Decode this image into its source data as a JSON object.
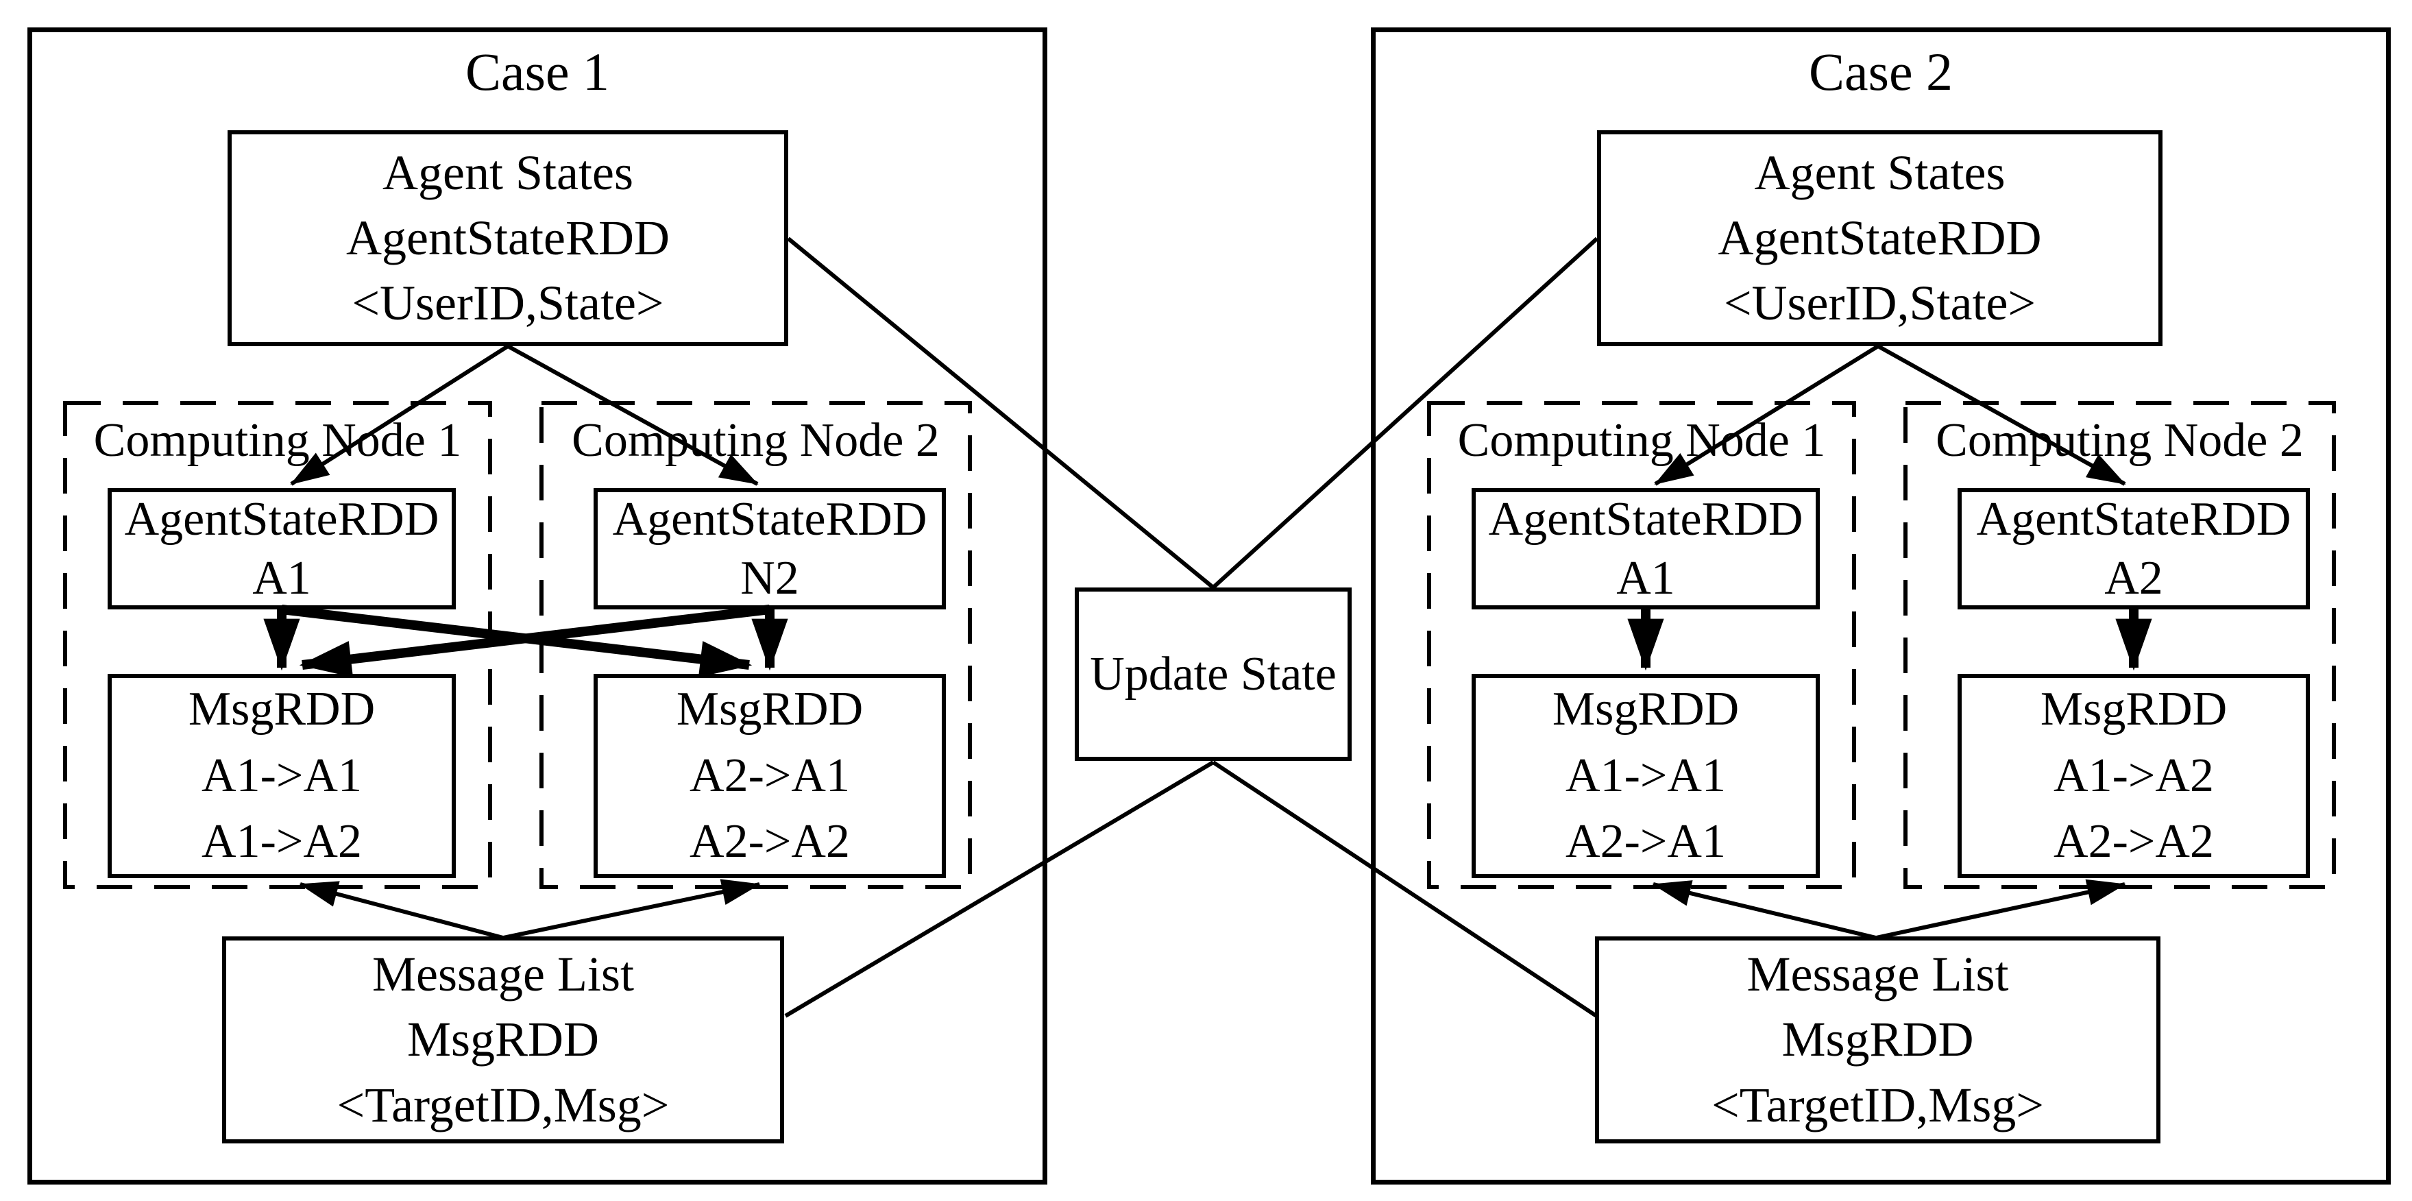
{
  "update_state_label": "Update State",
  "colors": {
    "line": "#000000",
    "background": "#ffffff"
  },
  "cases": [
    {
      "title": "Case 1",
      "agent_states": [
        "Agent States",
        "AgentStateRDD",
        "<UserID,State>"
      ],
      "nodes": [
        {
          "label": "Computing Node 1",
          "state_rdd": [
            "AgentStateRDD",
            "A1"
          ],
          "msg_rdd": [
            "MsgRDD",
            "A1->A1",
            "A1->A2"
          ]
        },
        {
          "label": "Computing Node 2",
          "state_rdd": [
            "AgentStateRDD",
            "N2"
          ],
          "msg_rdd": [
            "MsgRDD",
            "A2->A1",
            "A2->A2"
          ]
        }
      ],
      "message_list": [
        "Message List",
        "MsgRDD",
        "<TargetID,Msg>"
      ]
    },
    {
      "title": "Case 2",
      "agent_states": [
        "Agent States",
        "AgentStateRDD",
        "<UserID,State>"
      ],
      "nodes": [
        {
          "label": "Computing Node 1",
          "state_rdd": [
            "AgentStateRDD",
            "A1"
          ],
          "msg_rdd": [
            "MsgRDD",
            "A1->A1",
            "A2->A1"
          ]
        },
        {
          "label": "Computing Node 2",
          "state_rdd": [
            "AgentStateRDD",
            "A2"
          ],
          "msg_rdd": [
            "MsgRDD",
            "A1->A2",
            "A2->A2"
          ]
        }
      ],
      "message_list": [
        "Message List",
        "MsgRDD",
        "<TargetID,Msg>"
      ]
    }
  ]
}
